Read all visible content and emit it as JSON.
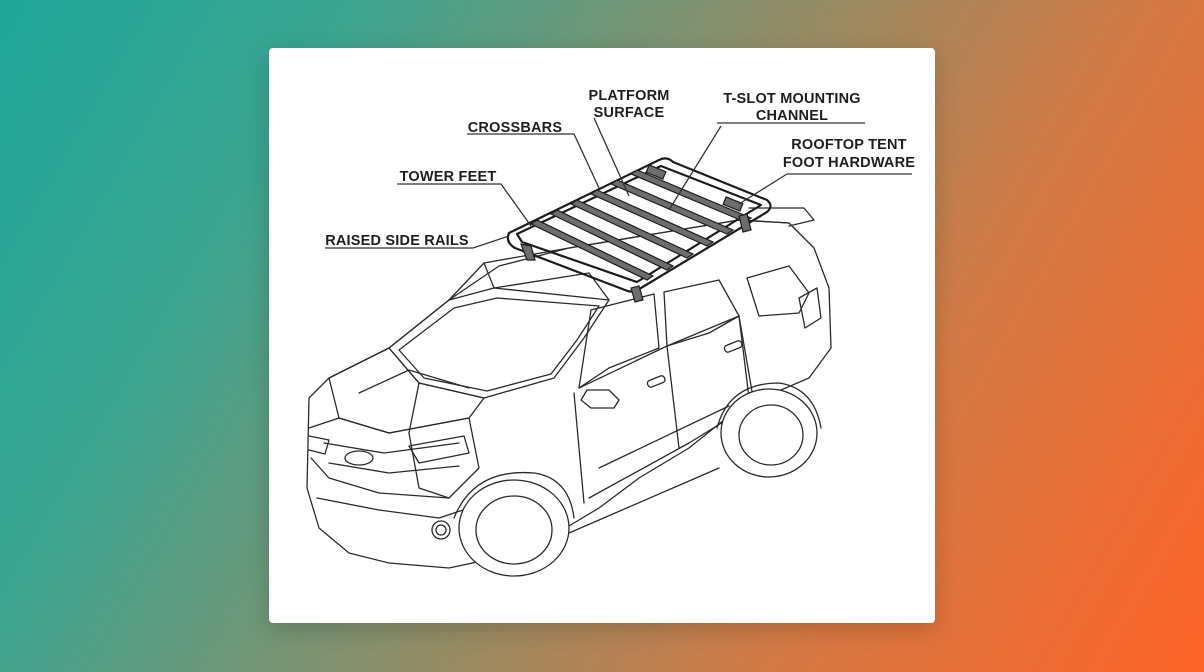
{
  "labels": {
    "platform_surface_1": "PLATFORM",
    "platform_surface_2": "SURFACE",
    "t_slot_1": "T-SLOT MOUNTING",
    "t_slot_2": "CHANNEL",
    "crossbars": "CROSSBARS",
    "rooftop_tent_1": "ROOFTOP TENT",
    "rooftop_tent_2": "FOOT HARDWARE",
    "tower_feet": "TOWER FEET",
    "raised_side_rails": "RAISED SIDE RAILS"
  }
}
